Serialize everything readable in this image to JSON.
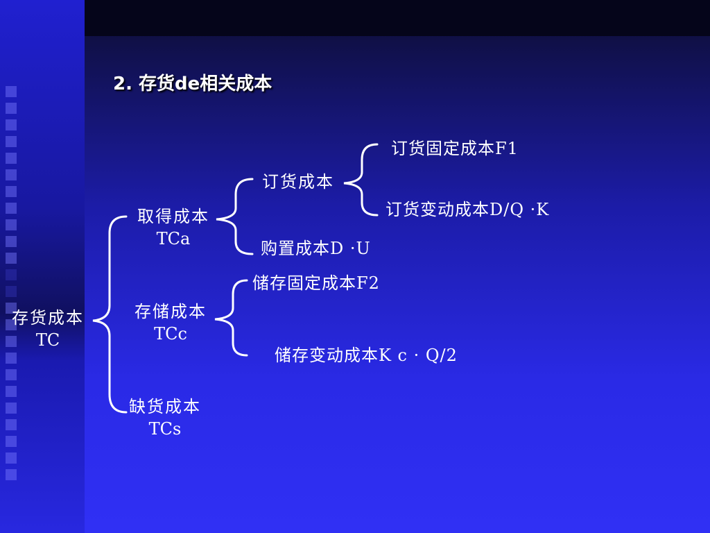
{
  "title": "2.  存货de相关成本",
  "nodes": {
    "root": {
      "name": "存货成本",
      "code": "TC"
    },
    "acquisition": {
      "name": "取得成本",
      "code": "TCa"
    },
    "order": {
      "name": "订货成本"
    },
    "order_fixed": {
      "label": "订货固定成本F1"
    },
    "order_variable": {
      "label": "订货变动成本D/Q ·K"
    },
    "purchase": {
      "label": "购置成本D ·U"
    },
    "storage": {
      "name": "存储成本",
      "code": "TCc"
    },
    "storage_fixed": {
      "label": "储存固定成本F2"
    },
    "storage_variable": {
      "label": "储存变动成本K c ·  Q/2"
    },
    "shortage": {
      "name": "缺货成本",
      "code": "TCs"
    }
  }
}
